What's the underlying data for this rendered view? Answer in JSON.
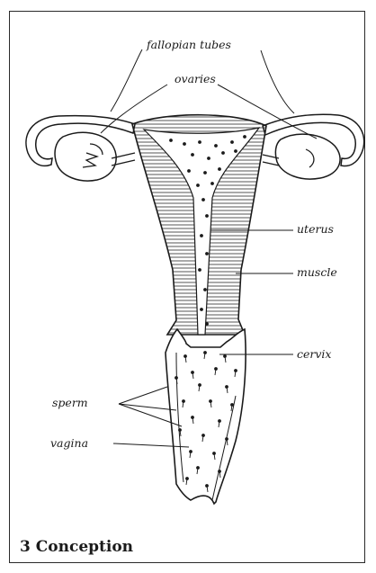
{
  "labels": {
    "fallopian_tubes": "fallopian tubes",
    "ovaries": "ovaries",
    "uterus": "uterus",
    "muscle": "muscle",
    "cervix": "cervix",
    "sperm": "sperm",
    "vagina": "vagina"
  },
  "caption": "3 Conception",
  "colors": {
    "ink": "#1a1a1a",
    "frame": "#2a2a2a",
    "background": "#ffffff"
  }
}
